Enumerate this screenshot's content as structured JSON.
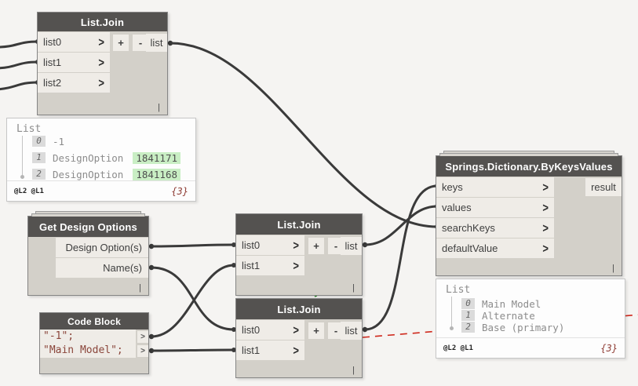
{
  "colors": {
    "canvas_bg": "#f5f4f2",
    "node_header": "#545250",
    "node_body": "#d3d0c9",
    "port_row": "#efece7",
    "wire": "#3a3a3a",
    "dashed_wire": "#cf291d",
    "highlight_green": "#c9eec4",
    "count_red": "#8e3b33"
  },
  "ui": {
    "chevron": ">"
  },
  "nodes": {
    "top_join": {
      "title": "List.Join",
      "inputs": [
        "list0",
        "list1",
        "list2"
      ],
      "output": "list",
      "add": "+",
      "remove": "-",
      "lacing": "|"
    },
    "get_design_options": {
      "title": "Get Design Options",
      "outputs": [
        "Design Option(s)",
        "Name(s)"
      ],
      "lacing": "|"
    },
    "code_block": {
      "title": "Code Block",
      "lines": [
        "\"-1\";",
        "\"Main Model\";"
      ],
      "port": ">"
    },
    "mid_join": {
      "title": "List.Join",
      "inputs": [
        "list0",
        "list1"
      ],
      "output": "list",
      "add": "+",
      "remove": "-",
      "lacing": "|"
    },
    "bottom_join": {
      "title": "List.Join",
      "inputs": [
        "list0",
        "list1"
      ],
      "output": "list",
      "add": "+",
      "remove": "-",
      "lacing": "|"
    },
    "springs_dictionary": {
      "title": "Springs.Dictionary.ByKeysValues",
      "inputs": [
        "keys",
        "values",
        "searchKeys",
        "defaultValue"
      ],
      "output": "result",
      "lacing": "|"
    }
  },
  "previews": {
    "left": {
      "root": "List",
      "items": [
        {
          "index": "0",
          "text": "-1"
        },
        {
          "index": "1",
          "text": "DesignOption",
          "highlight": "1841171"
        },
        {
          "index": "2",
          "text": "DesignOption",
          "highlight": "1841168"
        }
      ],
      "levels": "@L2 @L1",
      "count": "{3}"
    },
    "right": {
      "root": "List",
      "items": [
        {
          "index": "0",
          "text": "Main Model"
        },
        {
          "index": "1",
          "text": "Alternate"
        },
        {
          "index": "2",
          "text": "Base (primary)"
        }
      ],
      "levels": "@L2 @L1",
      "count": "{3}"
    }
  },
  "connections": [
    "offscreen -> top_join.list0",
    "offscreen -> top_join.list1",
    "offscreen -> top_join.list2",
    "top_join.list -> springs_dictionary.searchKeys",
    "get_design_options.Design Option(s) -> mid_join.list0",
    "get_design_options.Name(s) -> bottom_join.list0",
    "code_block.out1 -> mid_join.list1",
    "code_block.out2 -> bottom_join.list1",
    "mid_join.list -> springs_dictionary.values",
    "bottom_join.list -> springs_dictionary.keys"
  ]
}
